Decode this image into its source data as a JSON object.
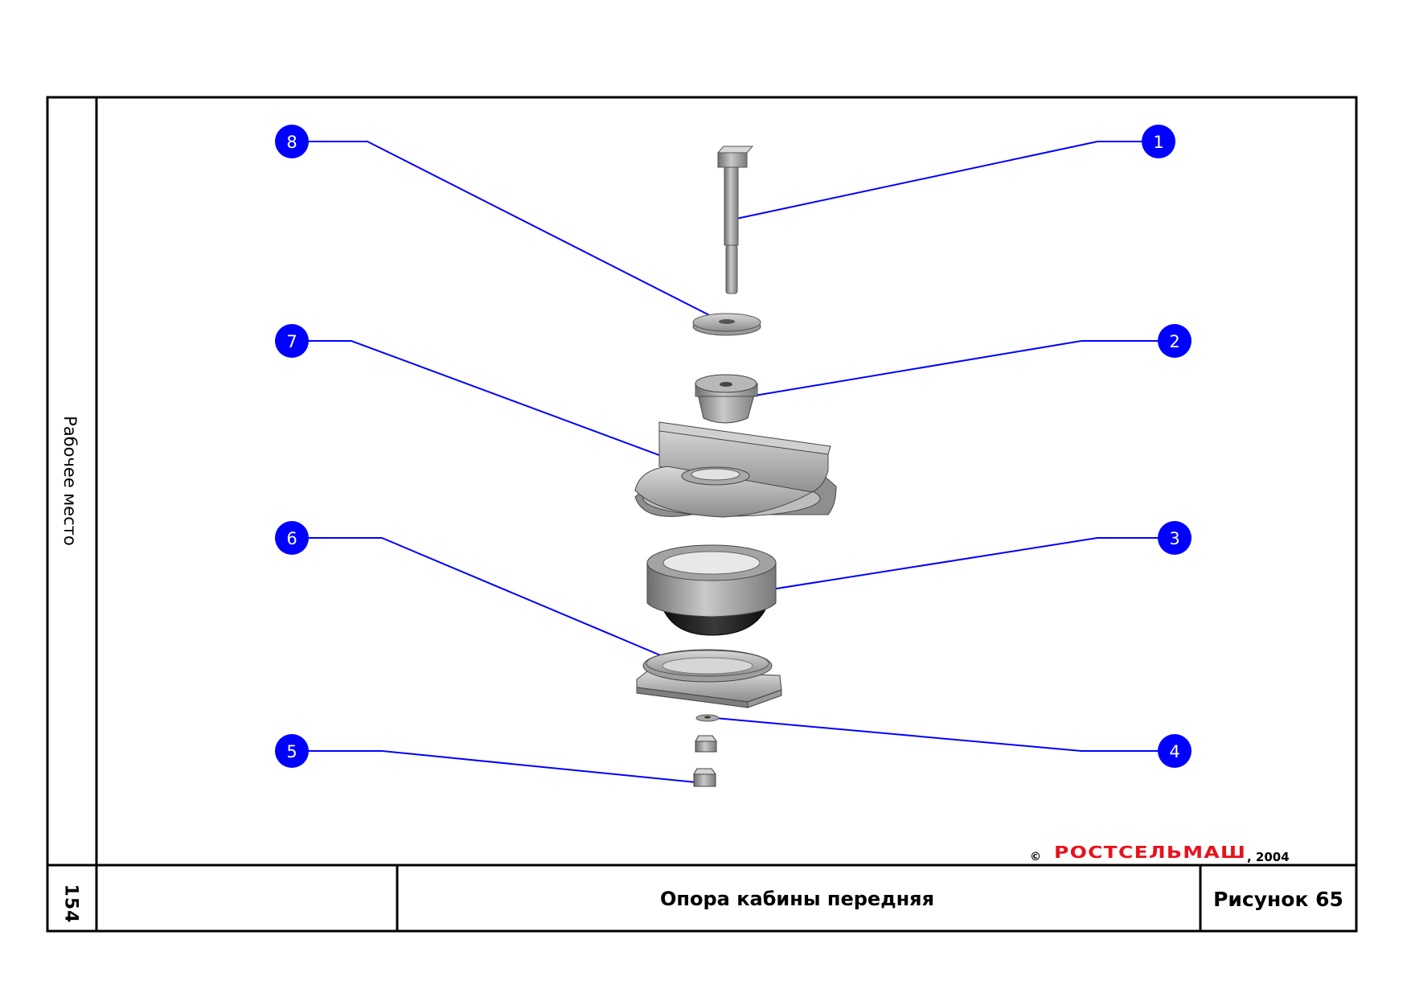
{
  "sheet": {
    "side_label": "Рабочее место",
    "page_number": "154",
    "title": "Опора кабины передняя",
    "figure_label": "Рисунок 65",
    "copyright_symbol": "©",
    "brand": "РОСТСЕЛЬМАШ",
    "year": ", 2004"
  },
  "colors": {
    "frame": "#000000",
    "callout": "#0000ff",
    "leader": "#0000ff",
    "brand": "#e8121c",
    "part_metal": "#a9a9a9",
    "part_rubber": "#1a1a1a"
  },
  "callouts": [
    {
      "num": "1",
      "part": "bolt"
    },
    {
      "num": "2",
      "part": "upper-rubber-bushing"
    },
    {
      "num": "3",
      "part": "main-rubber-mount"
    },
    {
      "num": "4",
      "part": "washer"
    },
    {
      "num": "5",
      "part": "nut"
    },
    {
      "num": "6",
      "part": "base-plate-with-cup"
    },
    {
      "num": "7",
      "part": "cab-bracket"
    },
    {
      "num": "8",
      "part": "top-washer"
    }
  ]
}
